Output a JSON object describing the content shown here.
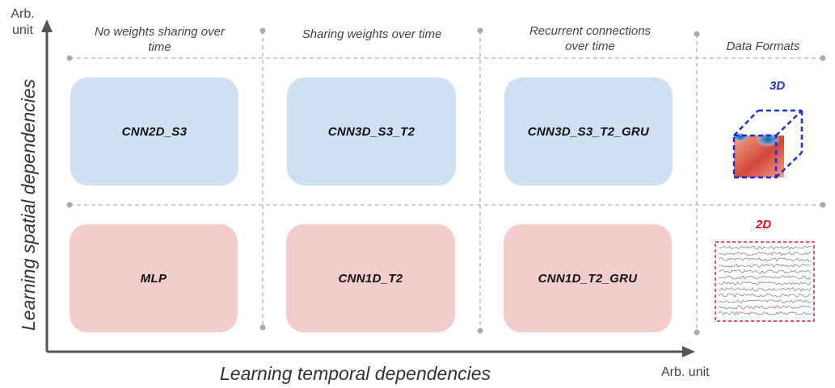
{
  "axes": {
    "y_unit": "Arb. unit",
    "y_label": "Learning spatial dependencies",
    "x_label": "Learning temporal dependencies",
    "x_unit": "Arb. unit"
  },
  "columns": [
    {
      "label": "No weights sharing over time"
    },
    {
      "label": "Sharing weights over time"
    },
    {
      "label": "Recurrent connections over time"
    },
    {
      "label": "Data Formats"
    }
  ],
  "rows": [
    {
      "models": [
        "CNN2D_S3",
        "CNN3D_S3_T2",
        "CNN3D_S3_T2_GRU"
      ],
      "format": "3D",
      "color": "#cfe0f3",
      "format_color": "#1f2fd6"
    },
    {
      "models": [
        "MLP",
        "CNN1D_T2",
        "CNN1D_T2_GRU"
      ],
      "format": "2D",
      "color": "#f3cccc",
      "format_color": "#e01010"
    }
  ]
}
